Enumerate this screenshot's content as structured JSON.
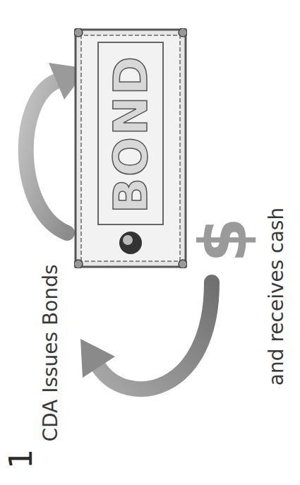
{
  "diagram": {
    "nodes": [
      {
        "text": [
          "BOND"
        ]
      }
    ],
    "labels": [
      "1",
      "CDA Issues Bonds",
      "$",
      "and receives cash"
    ]
  }
}
